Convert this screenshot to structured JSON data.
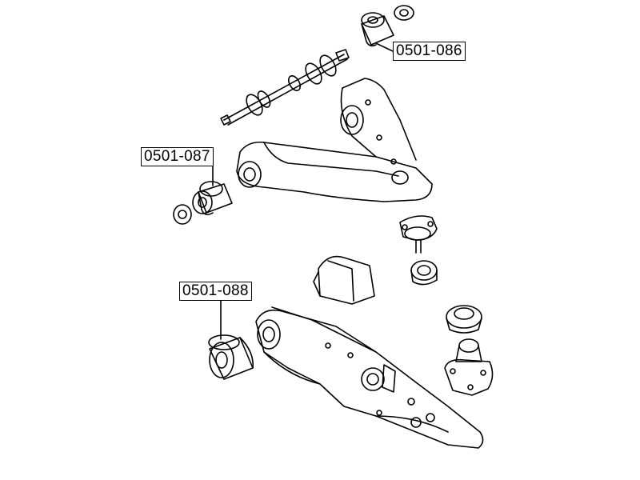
{
  "callouts": [
    {
      "id": "upper-rear-bushing",
      "part_number": "0501-086"
    },
    {
      "id": "upper-front-bushing",
      "part_number": "0501-087"
    },
    {
      "id": "lower-arm-bushing",
      "part_number": "0501-088"
    }
  ],
  "colors": {
    "line": "#000000",
    "background": "#ffffff"
  }
}
